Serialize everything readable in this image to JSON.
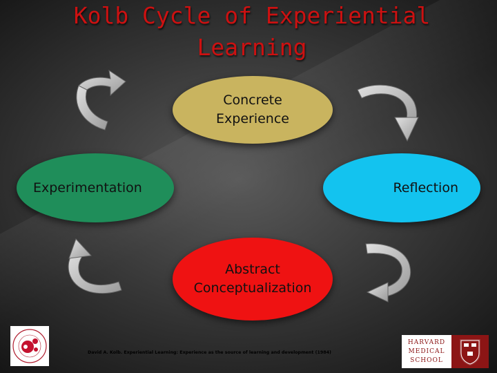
{
  "slide": {
    "title_line1": "Kolb Cycle of Experiential",
    "title_line2": "Learning"
  },
  "cycle": {
    "concrete_line1": "Concrete",
    "concrete_line2": "Experience",
    "reflection": "Reflection",
    "experimentation": "Experimentation",
    "abstract_line1": "Abstract",
    "abstract_line2": "Conceptualization"
  },
  "colors": {
    "concrete": "#c9b45f",
    "reflection": "#13c3ef",
    "experimentation": "#1f8e5a",
    "abstract": "#ef1212",
    "title": "#cc1111"
  },
  "citation": "David A. Kolb. Experiential Learning: Experience as the source of learning and development (1984)",
  "logos": {
    "hms_line1": "HARVARD",
    "hms_line2": "MEDICAL",
    "hms_line3": "SCHOOL"
  }
}
